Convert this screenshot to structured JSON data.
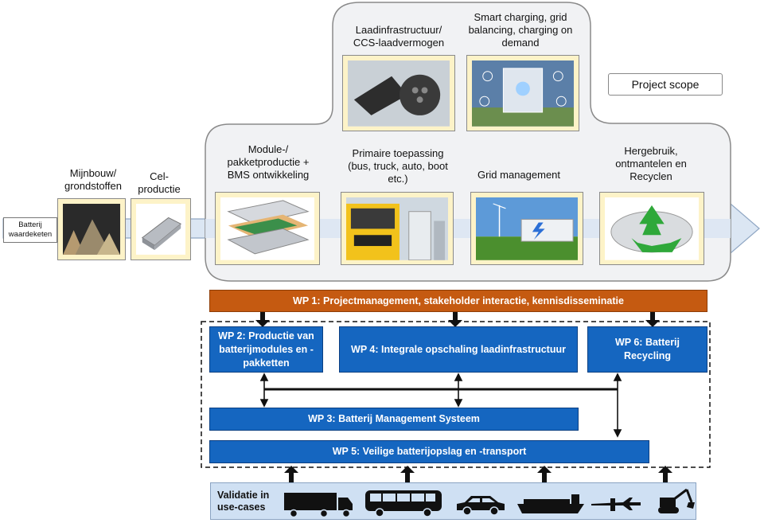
{
  "chain_label": "Batterij waardeketen",
  "project_scope": "Project scope",
  "stages": {
    "mining": "Mijnbouw/ grondstoffen",
    "cell": "Cel- productie",
    "module": "Module-/ pakketproductie + BMS ontwikkeling",
    "primary": "Primaire toepassing (bus, truck, auto, boot etc.)",
    "grid": "Grid management",
    "reuse": "Hergebruik, ontmantelen en Recyclen",
    "charging_infra": "Laadinfrastructuur/ CCS-laadvermogen",
    "smart_charging": "Smart charging, grid balancing, charging on demand"
  },
  "work_packages": {
    "wp1": "WP 1: Projectmanagement, stakeholder interactie, kennisdisseminatie",
    "wp2": "WP 2: Productie van batterijmodules en -pakketten",
    "wp3": "WP 3: Batterij Management Systeem",
    "wp4": "WP 4: Integrale opschaling laadinfrastructuur",
    "wp5": "WP 5: Veilige batterijopslag en -transport",
    "wp6": "WP 6: Batterij Recycling"
  },
  "validation_label": "Validatie in use-cases",
  "colors": {
    "wp_blue": "#1566c0",
    "wp1_orange": "#c55a11",
    "scope_fill": "#f1f2f4",
    "arrow_fill": "#dbe6f3",
    "photo_frame": "#fdf3c8",
    "validation_fill": "#cfe0f3"
  },
  "icons": [
    "truck-icon",
    "bus-icon",
    "car-icon",
    "ship-icon",
    "airplane-icon",
    "excavator-icon"
  ]
}
